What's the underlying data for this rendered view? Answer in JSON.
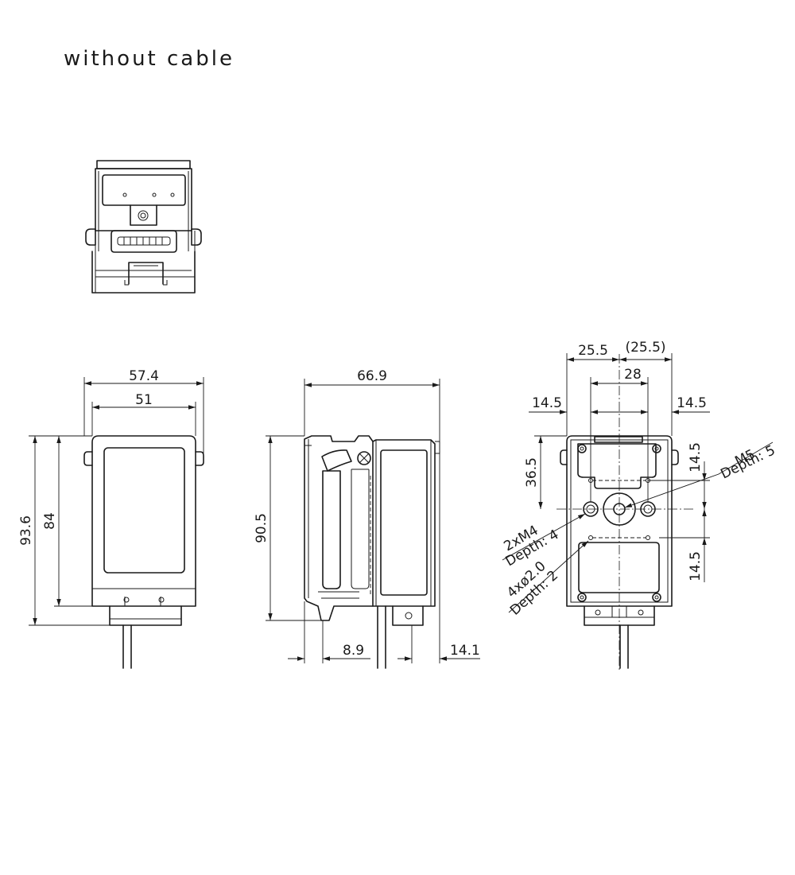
{
  "title": "without cable",
  "front": {
    "width_overall": "57.4",
    "width_body": "51",
    "height_overall": "93.6",
    "height_body": "84"
  },
  "side": {
    "depth_overall": "66.9",
    "height": "90.5",
    "front_offset": "8.9",
    "rear_offset": "14.1"
  },
  "back": {
    "half_width_left": "25.5",
    "half_width_right": "(25.5)",
    "hole_spacing": "28",
    "edge_left": "14.5",
    "edge_right": "14.5",
    "height_from_top": "36.5",
    "upper_spacing": "14.5",
    "lower_spacing": "14.5",
    "thread_m5": "M5",
    "thread_m5_depth": "Depth: 5",
    "thread_m4": "2xM4",
    "thread_m4_depth": "Depth: 4",
    "pin_holes": "4xø2.0",
    "pin_depth": "Depth: 2"
  }
}
